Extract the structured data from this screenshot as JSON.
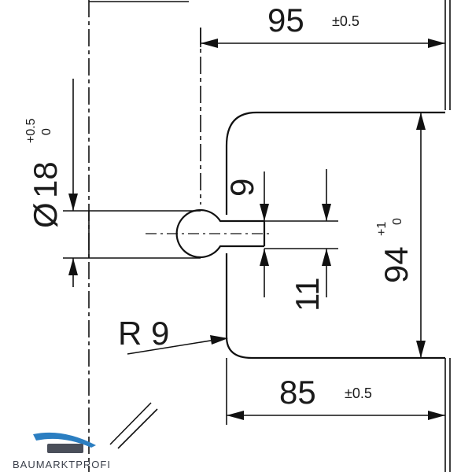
{
  "dimensions": {
    "width_top": {
      "value": "95",
      "tolerance": "±0.5"
    },
    "width_bottom": {
      "value": "85",
      "tolerance": "±0.5"
    },
    "height": {
      "value": "94",
      "tol_upper": "+1",
      "tol_lower": "0"
    },
    "diameter": {
      "symbol": "Ø",
      "value": "18",
      "tol_upper": "+0.5",
      "tol_lower": "0"
    },
    "slot_upper": {
      "value": "9"
    },
    "slot_lower": {
      "value": "11"
    },
    "radius": {
      "value": "R 9"
    }
  },
  "logo": {
    "text": "BAUMARKTPROFI"
  }
}
